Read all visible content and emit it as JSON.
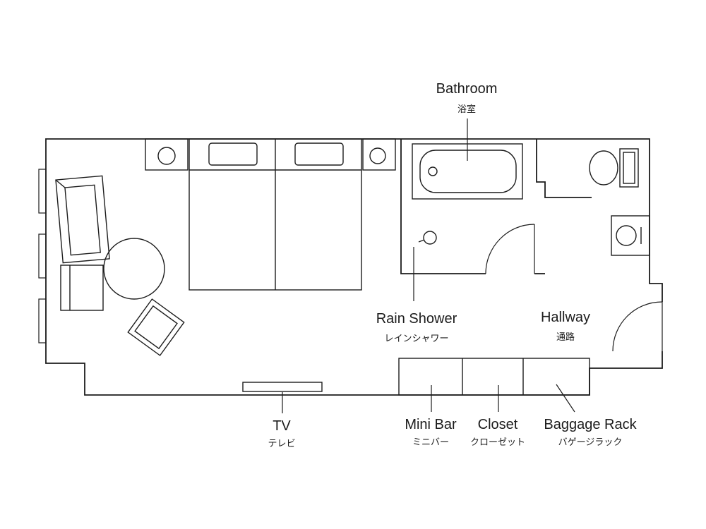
{
  "plan": {
    "labels": {
      "bathroom": {
        "en": "Bathroom",
        "ja": "浴室"
      },
      "rain_shower": {
        "en": "Rain Shower",
        "ja": "レインシャワー"
      },
      "hallway": {
        "en": "Hallway",
        "ja": "通路"
      },
      "tv": {
        "en": "TV",
        "ja": "テレビ"
      },
      "mini_bar": {
        "en": "Mini Bar",
        "ja": "ミニバー"
      },
      "closet": {
        "en": "Closet",
        "ja": "クローゼット"
      },
      "baggage_rack": {
        "en": "Baggage Rack",
        "ja": "バゲージラック"
      }
    },
    "colors": {
      "line": "#1c1c1c",
      "text": "#1c1c1c",
      "background": "#ffffff"
    }
  }
}
